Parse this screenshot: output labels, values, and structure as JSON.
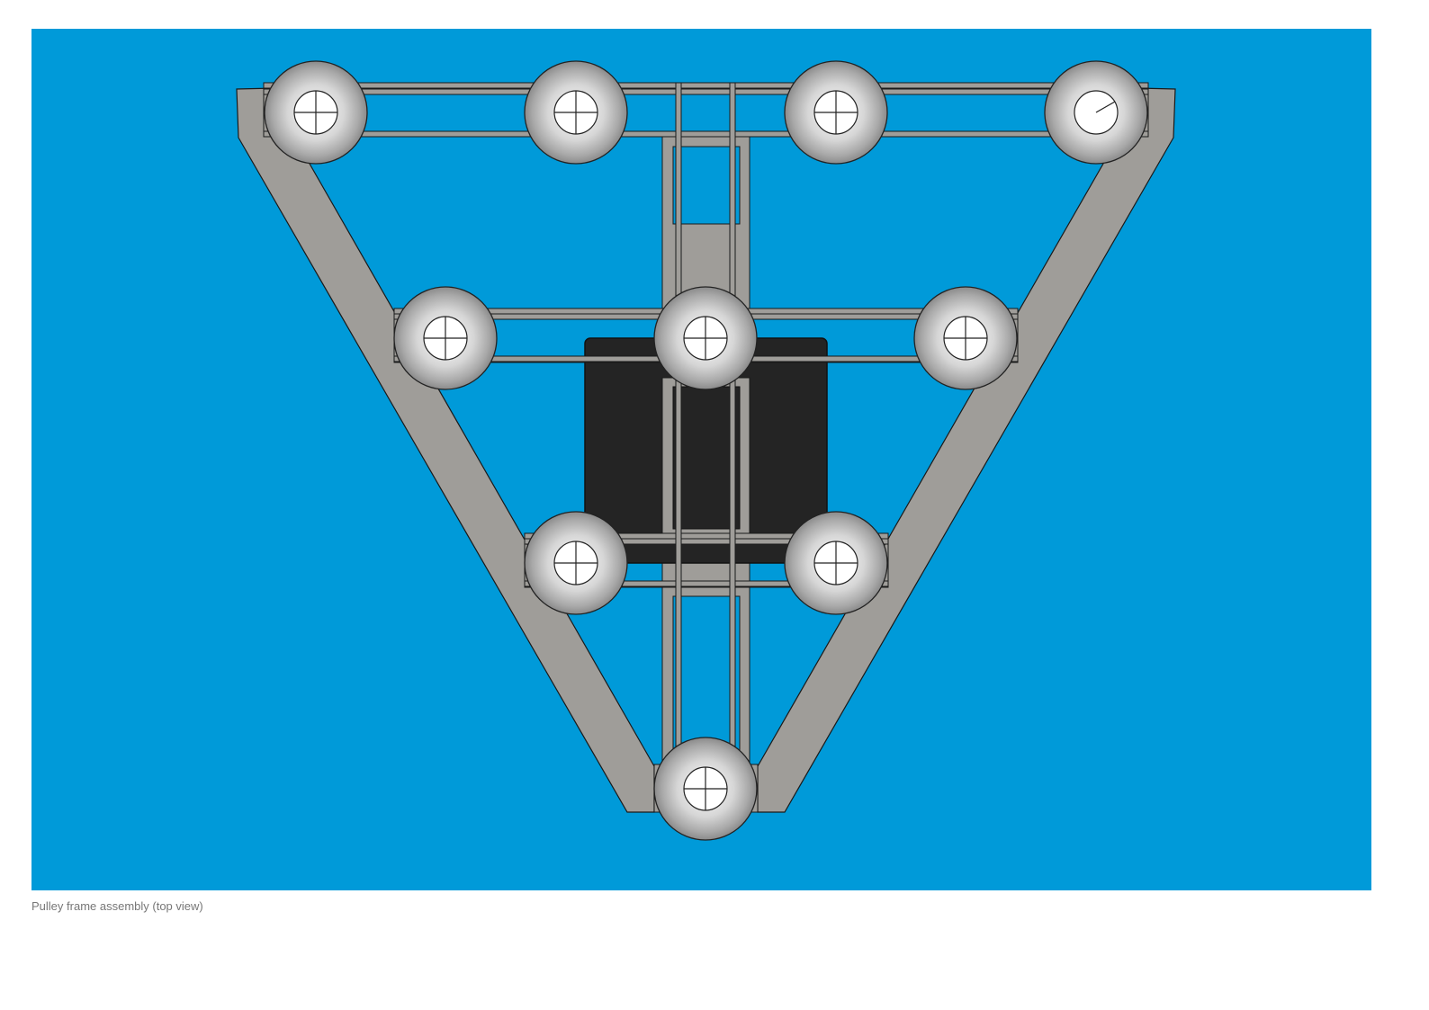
{
  "diagram": {
    "title": "Pulley frame assembly (top view)",
    "colors": {
      "background": "#009ad9",
      "frame": "#9f9d99",
      "housing": "#242424",
      "pulley_hub": "#ffffff",
      "outline": "#1a1a1a"
    },
    "pulley_count": 10,
    "components": [
      "frame-left-arm",
      "frame-right-arm",
      "rail-row-top",
      "rail-row-middle",
      "rail-row-bottom",
      "center-column",
      "dark-housing",
      "pulleys"
    ]
  }
}
